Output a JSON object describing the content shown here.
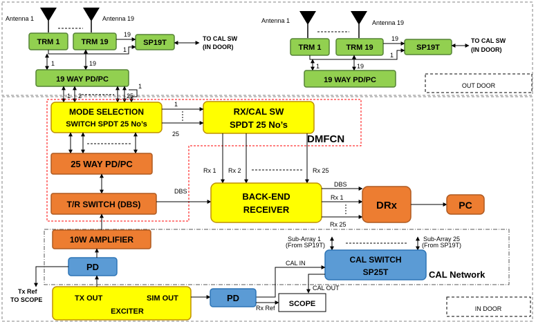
{
  "colors": {
    "green": "#92d050",
    "green_stroke": "#548235",
    "yellow": "#ffff00",
    "yellow_stroke": "#bf9000",
    "orange": "#ed7d31",
    "orange_stroke": "#ae5a21",
    "blue": "#5b9bd5",
    "blue_stroke": "#2e75b6",
    "red_dash": "#ff0000",
    "outdoor_border": "#808080"
  },
  "outdoor_left": {
    "antenna1": "Antenna 1",
    "antenna19": "Antenna 19",
    "trm1": "TRM 1",
    "trm19": "TRM 19",
    "sp19t": "SP19T",
    "to_cal_sw_line1": "TO CAL SW",
    "to_cal_sw_line2": "(IN DOOR)",
    "pdpc": "19 WAY PD/PC",
    "num_19a": "19",
    "num_1a": "1",
    "num_1b": "1",
    "num_19b": "19",
    "num_1c": "1",
    "num_2": "2",
    "num_25": "25",
    "num_1d": "1"
  },
  "outdoor_right": {
    "antenna1": "Antenna 1",
    "antenna19": "Antenna 19",
    "trm1": "TRM 1",
    "trm19": "TRM 19",
    "sp19t": "SP19T",
    "to_cal_sw_line1": "TO CAL SW",
    "to_cal_sw_line2": "(IN DOOR)",
    "pdpc": "19 WAY PD/PC",
    "num_19a": "19",
    "num_1a": "1",
    "num_1b": "1",
    "num_19b": "19",
    "outdoor_label": "OUT DOOR"
  },
  "indoor": {
    "mode_selection_line1": "MODE SELECTION",
    "mode_selection_line2": "SWITCH SPDT 25 No’s",
    "rxcal_line1": "RX/CAL SW",
    "rxcal_line2": "SPDT 25 No’s",
    "num_1": "1",
    "num_25": "25",
    "dmfcn": "DMFCN",
    "pdpc25": "25 WAY PD/PC",
    "rx1": "Rx 1",
    "rx2": "Rx 2",
    "rx25": "Rx 25",
    "dbs_left": "DBS",
    "tr_switch": "T/R SWITCH (DBS)",
    "backend_line1": "BACK-END",
    "backend_line2": "RECEIVER",
    "dbs_right": "DBS",
    "rx1_right": "Rx 1",
    "rx25_right": "Rx 25",
    "drx": "DRx",
    "pc": "PC",
    "amplifier": "10W AMPLIFIER",
    "pd_top": "PD",
    "subarray1_line1": "Sub-Array 1",
    "subarray1_line2": "(From SP19T)",
    "subarray25_line1": "Sub-Array 25",
    "subarray25_line2": "(From SP19T)",
    "cal_in": "CAL IN",
    "cal_switch_line1": "CAL SWITCH",
    "cal_switch_line2": "SP25T",
    "cal_network": "CAL Network",
    "cal_out": "CAL OUT",
    "tx_ref_line1": "Tx Ref",
    "tx_ref_line2": "TO SCOPE",
    "tx_out": "TX OUT",
    "sim_out": "SIM OUT",
    "exciter": "EXCITER",
    "pd_bottom": "PD",
    "rx_ref": "Rx Ref",
    "scope": "SCOPE",
    "indoor_label": "IN DOOR"
  }
}
